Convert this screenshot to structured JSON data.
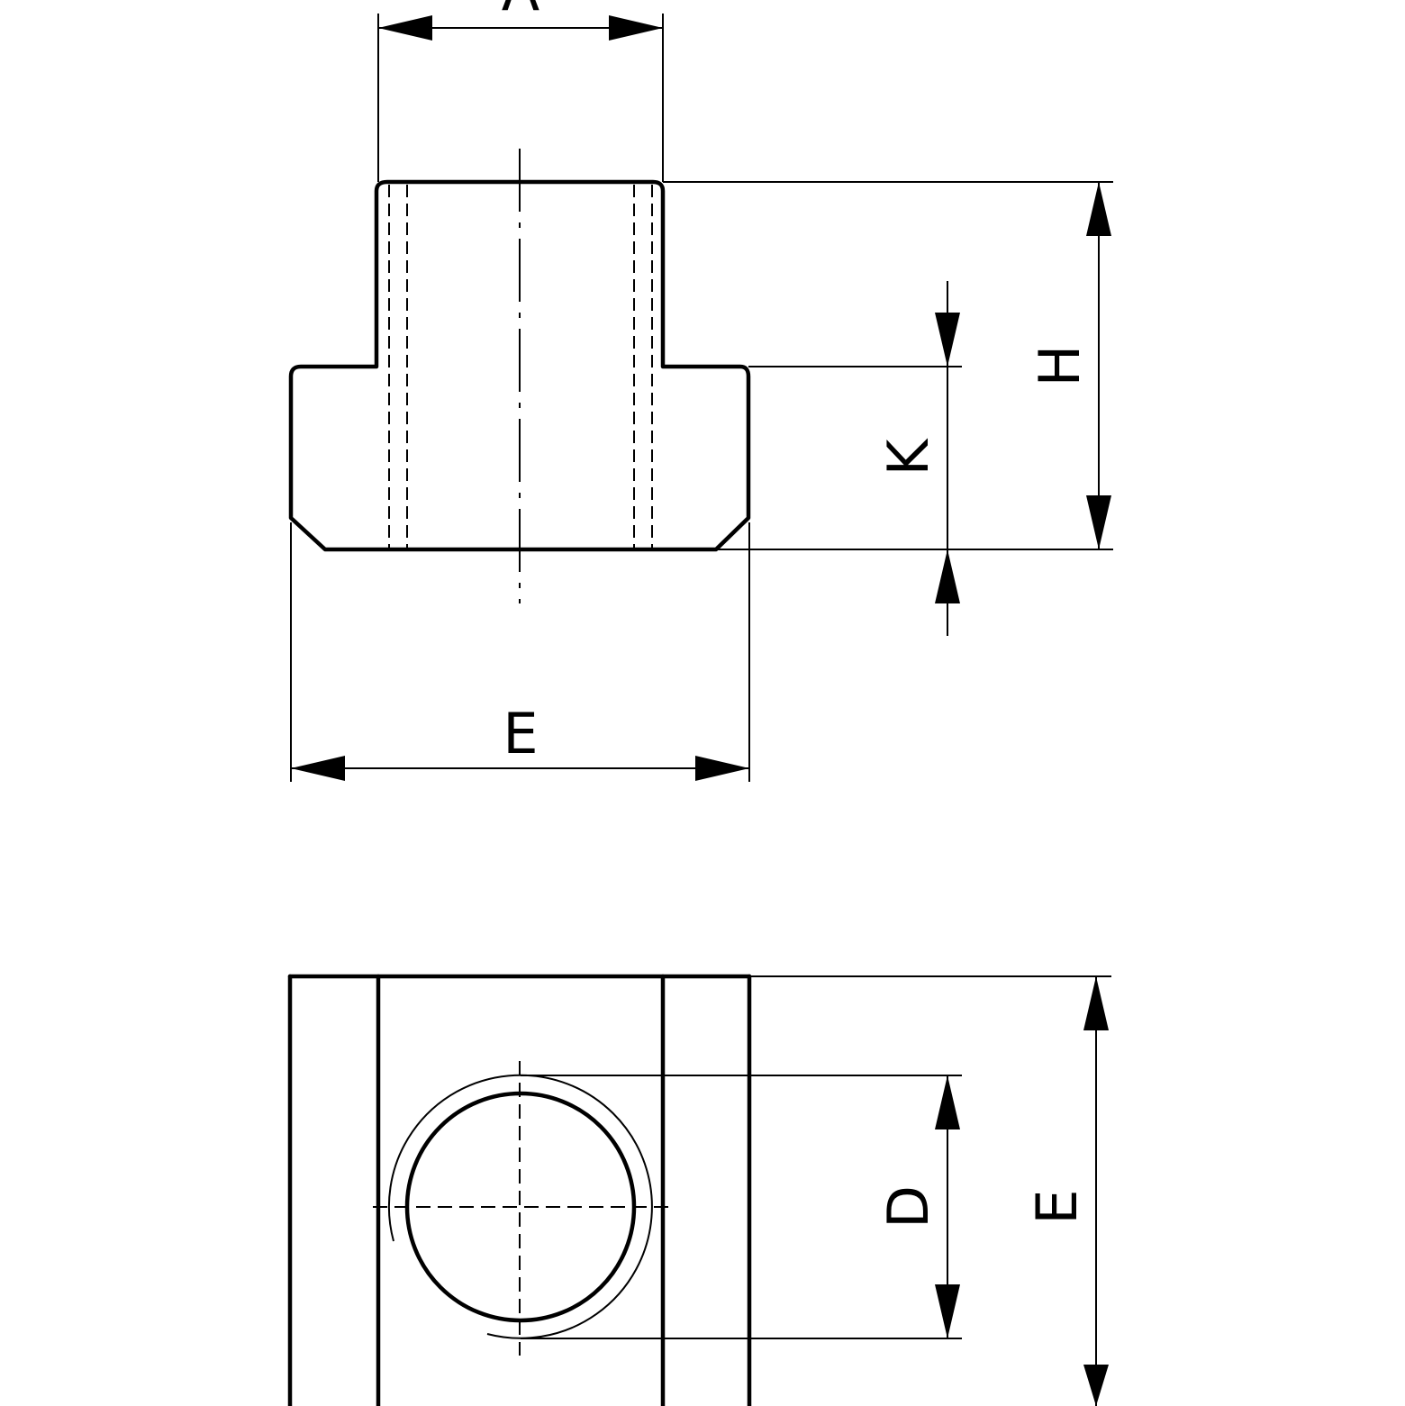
{
  "drawing": {
    "front_view": {
      "dimensions": {
        "A": "A",
        "E": "E",
        "H": "H",
        "K": "K"
      }
    },
    "top_view": {
      "dimensions": {
        "D": "D",
        "E": "E"
      }
    }
  }
}
